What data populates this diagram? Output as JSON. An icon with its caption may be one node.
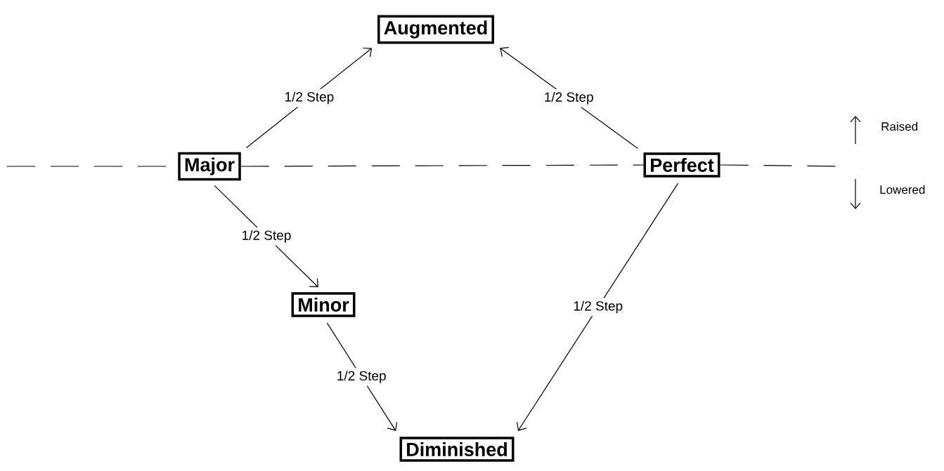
{
  "diagram": {
    "nodes": [
      {
        "text": [
          "Augmented"
        ]
      },
      {
        "text": [
          "Major"
        ]
      },
      {
        "text": [
          "Perfect"
        ]
      },
      {
        "text": [
          "Minor"
        ]
      },
      {
        "text": [
          "Diminished"
        ]
      }
    ],
    "edges": [
      {
        "from": 1,
        "to": 0,
        "arrow": "to",
        "label": "1/2 Step"
      },
      {
        "from": 2,
        "to": 0,
        "arrow": "to",
        "label": "1/2 Step"
      },
      {
        "from": 1,
        "to": 3,
        "arrow": "to",
        "label": "1/2 Step"
      },
      {
        "from": 3,
        "to": 4,
        "arrow": "to",
        "label": "1/2 Step"
      },
      {
        "from": 2,
        "to": 4,
        "arrow": "to",
        "label": "1/2 Step"
      },
      {
        "from": null,
        "to": 1,
        "arrow": "none",
        "style": "dashed"
      },
      {
        "from": 1,
        "to": 2,
        "arrow": "none",
        "style": "dashed"
      },
      {
        "from": 2,
        "to": null,
        "arrow": "none",
        "style": "dashed"
      }
    ],
    "labels": [
      "Raised",
      "Lowered"
    ]
  }
}
